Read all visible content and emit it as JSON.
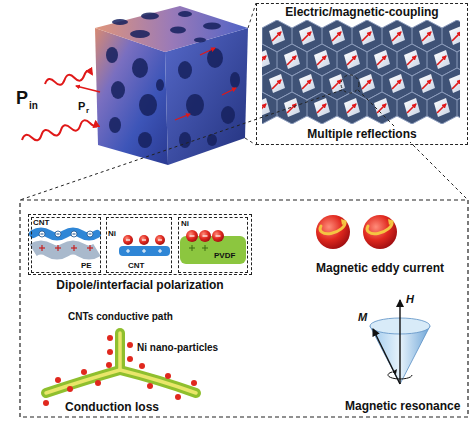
{
  "diagram": {
    "nodes": [
      {
        "text": [
          "Electric/magnetic-coupling",
          "Multiple reflections"
        ]
      },
      {
        "text": [
          "Dipole/interfacial polarization"
        ]
      },
      {
        "text": [
          "CNT",
          "PE"
        ],
        "in": 1
      },
      {
        "text": [
          "Ni",
          "CNT"
        ],
        "in": 1
      },
      {
        "text": [
          "Ni",
          "PVDF"
        ],
        "in": 1
      }
    ],
    "labels": [
      "P",
      "in",
      "P",
      "r",
      "Magnetic eddy current",
      "CNTs conductive path",
      "Ni nano-particles",
      "Conduction loss",
      "H",
      "M",
      "Magnetic resonance"
    ]
  }
}
